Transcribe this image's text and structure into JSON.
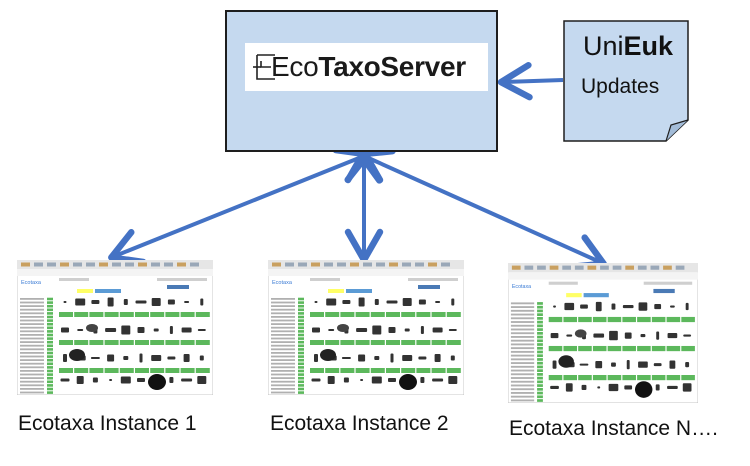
{
  "server": {
    "logo_prefix": "Eco",
    "logo_bold": "TaxoServer"
  },
  "update_note": {
    "brand_light": "Uni",
    "brand_bold": "Euk",
    "label": "Updates"
  },
  "instances": [
    {
      "caption": "Ecotaxa Instance 1"
    },
    {
      "caption": "Ecotaxa Instance 2"
    },
    {
      "caption": "Ecotaxa Instance N…."
    }
  ],
  "thumb": {
    "app_name": "Ecotaxa"
  },
  "colors": {
    "server_fill": "#c5d9ef",
    "note_fill": "#c5d9ef",
    "arrow": "#4472c4",
    "accent_green": "#5cb85c"
  }
}
